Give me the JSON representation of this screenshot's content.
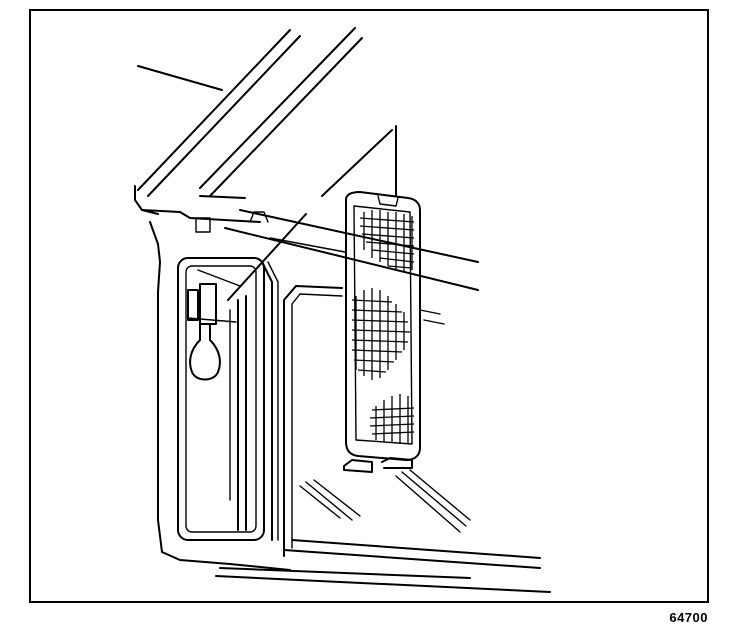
{
  "figure": {
    "number": "64700"
  },
  "icons": {
    "illustration": "dome-lamp-lens-removal-illustration",
    "lens": "perforated-lamp-lens",
    "bulb": "lamp-bulb"
  }
}
